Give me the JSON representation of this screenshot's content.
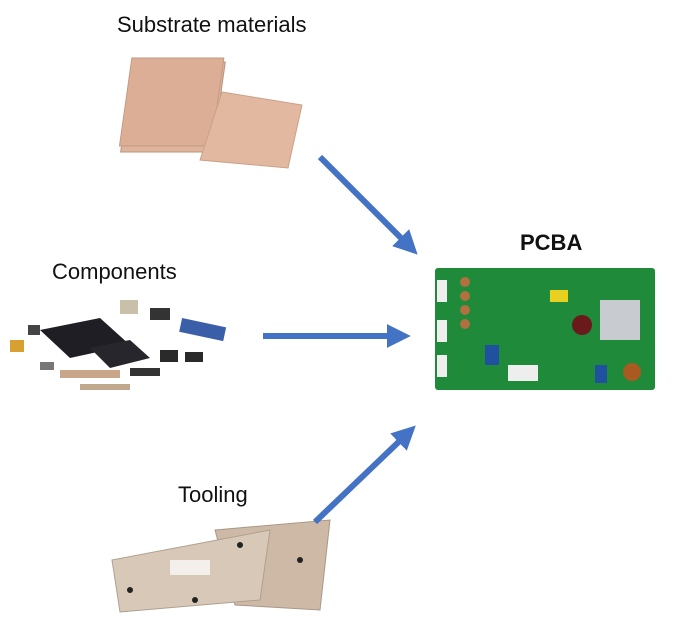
{
  "labels": {
    "substrate": "Substrate materials",
    "components": "Components",
    "tooling": "Tooling",
    "pcba": "PCBA"
  },
  "colors": {
    "arrow": "#4472C4",
    "substrate": "#dcae96",
    "pcb": "#1f8a3a",
    "tooling": "#d8c8b8"
  },
  "images": [
    "substrate-materials-photo",
    "components-photo",
    "tooling-photo",
    "pcba-photo"
  ]
}
